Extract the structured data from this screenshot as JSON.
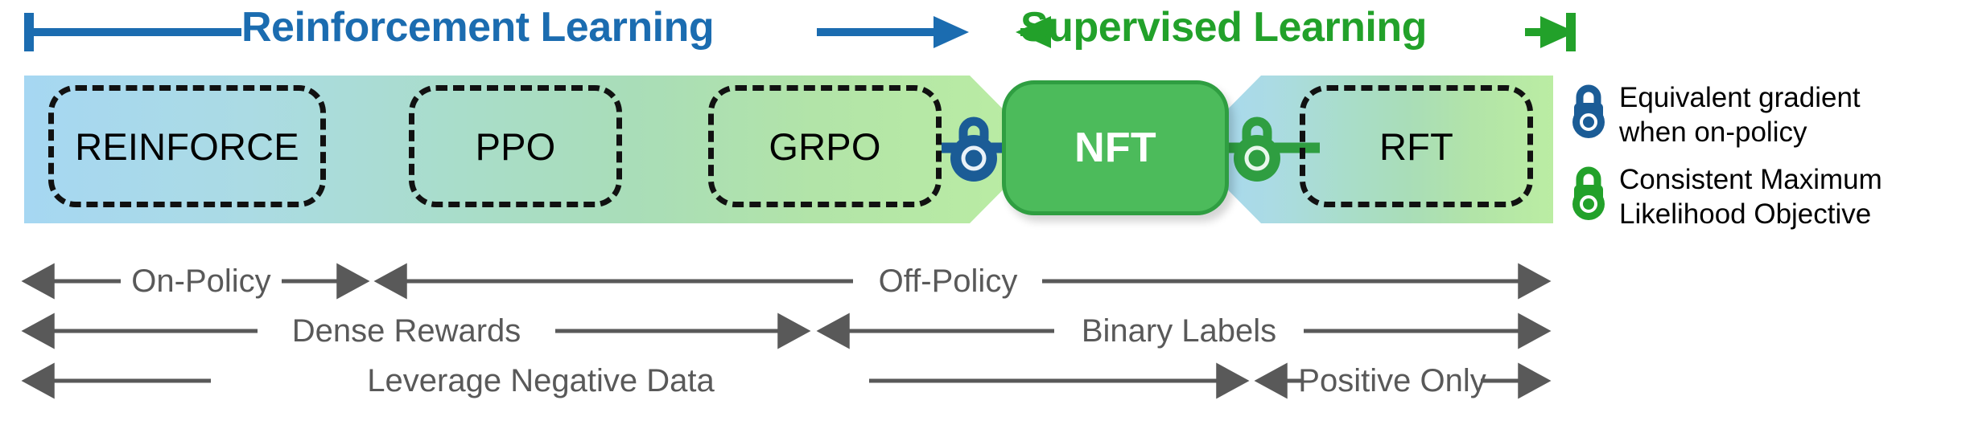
{
  "paradigms": {
    "left": {
      "label": "Reinforcement Learning",
      "color": "#1b6cb0"
    },
    "right": {
      "label": "Supervised Learning",
      "color": "#22a12a"
    }
  },
  "spectrum": {
    "gradient": {
      "start_color": "#a8d8f0",
      "mid_color": "#a9ddc3",
      "end_color": "#b7e8a2"
    },
    "methods": [
      {
        "id": "reinforce",
        "label": "REINFORCE",
        "style": "dashed"
      },
      {
        "id": "ppo",
        "label": "PPO",
        "style": "dashed"
      },
      {
        "id": "grpo",
        "label": "GRPO",
        "style": "dashed"
      },
      {
        "id": "nft",
        "label": "NFT",
        "style": "highlight",
        "fill": "#4cbb5b",
        "stroke": "#2f9e41",
        "text_color": "#ffffff"
      },
      {
        "id": "rft",
        "label": "RFT",
        "style": "dashed"
      }
    ],
    "links": [
      {
        "from": "grpo",
        "to": "nft",
        "icon": "lock-icon",
        "color": "#1b5c96"
      },
      {
        "from": "nft",
        "to": "rft",
        "icon": "lock-icon",
        "color": "#2f9e41"
      }
    ]
  },
  "legend": {
    "items": [
      {
        "icon": "lock-icon",
        "color": "#1b5c96",
        "line1": "Equivalent gradient",
        "line2": "when on-policy"
      },
      {
        "icon": "lock-icon",
        "color": "#22a12a",
        "line1": "Consistent Maximum",
        "line2": "Likelihood Objective"
      }
    ]
  },
  "ranges": [
    {
      "row": 1,
      "segments": [
        {
          "label": "On-Policy",
          "arrows": "both"
        },
        {
          "label": "Off-Policy",
          "arrows": "both"
        }
      ]
    },
    {
      "row": 2,
      "segments": [
        {
          "label": "Dense Rewards",
          "arrows": "both"
        },
        {
          "label": "Binary Labels",
          "arrows": "both"
        }
      ]
    },
    {
      "row": 3,
      "segments": [
        {
          "label": "Leverage Negative Data",
          "arrows": "both"
        },
        {
          "label": "Positive Only",
          "arrows": "both"
        }
      ]
    }
  ],
  "colors": {
    "axis_gray": "#595959",
    "rl_blue": "#1b6cb0",
    "sl_green": "#22a12a",
    "lock_blue": "#1b5c96",
    "lock_green": "#2f9e41"
  }
}
